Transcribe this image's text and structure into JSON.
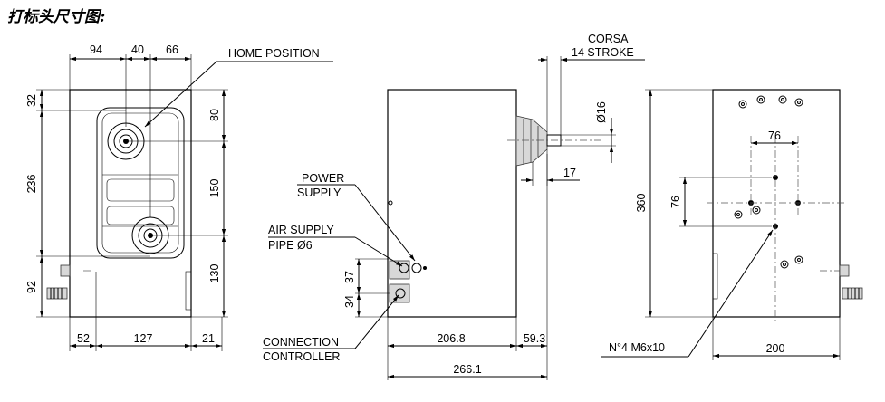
{
  "title": "打标头尺寸图:",
  "front_view": {
    "dims_top": [
      "94",
      "40",
      "66"
    ],
    "home_position": "HOME POSITION",
    "dims_left": [
      "32",
      "236",
      "92"
    ],
    "dims_right": [
      "80",
      "150",
      "130"
    ],
    "dims_bottom": [
      "52",
      "127",
      "21"
    ]
  },
  "side_view": {
    "corsa": "CORSA",
    "stroke": "14 STROKE",
    "dia16": "Ø16",
    "d17": "17",
    "power_supply_1": "POWER",
    "power_supply_2": "SUPPLY",
    "air_supply_1": "AIR SUPPLY",
    "air_supply_2": "PIPE Ø6",
    "d37": "37",
    "d34": "34",
    "connection_1": "CONNECTION",
    "connection_2": "CONTROLLER",
    "d206": "206.8",
    "d59": "59.3",
    "d266": "266.1"
  },
  "back_view": {
    "d360": "360",
    "d76v": "76",
    "d76h": "76",
    "holes": "N°4 M6x10",
    "d200": "200"
  }
}
